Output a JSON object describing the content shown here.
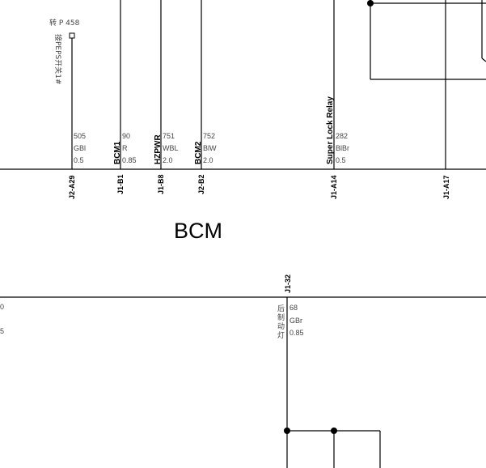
{
  "module_title": "BCM",
  "connector_note": {
    "ref": "转 P 458",
    "vertical_text": "接PEPS开关1#"
  },
  "upper_wires": [
    {
      "pin": "J2-A29",
      "signal": "",
      "circuit": "505",
      "color": "GBl",
      "gauge": "0.5"
    },
    {
      "pin": "J1-B1",
      "signal": "BCM1",
      "circuit": "90",
      "color": "R",
      "gauge": "0.85"
    },
    {
      "pin": "J1-B8",
      "signal": "HZPWR",
      "circuit": "751",
      "color": "WBL",
      "gauge": "2.0"
    },
    {
      "pin": "J2-B2",
      "signal": "BCM2",
      "circuit": "752",
      "color": "BlW",
      "gauge": "2.0"
    },
    {
      "pin": "J1-A14",
      "signal": "Super Lock Relay",
      "circuit": "282",
      "color": "BlBr",
      "gauge": "0.5"
    },
    {
      "pin": "J1-A17",
      "signal": "",
      "circuit": "",
      "color": "",
      "gauge": ""
    }
  ],
  "lower_wire": {
    "pin": "J1-32",
    "vertical_text": "后制动灯",
    "circuit": "68",
    "color": "GBr",
    "gauge": "0.85"
  },
  "left_edge_fragments": [
    "0",
    "5"
  ]
}
